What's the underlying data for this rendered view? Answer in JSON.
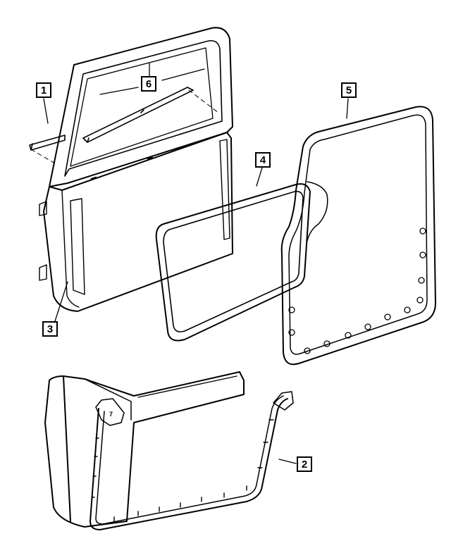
{
  "callouts": [
    {
      "id": "1",
      "label": "1"
    },
    {
      "id": "2",
      "label": "2"
    },
    {
      "id": "3",
      "label": "3"
    },
    {
      "id": "4",
      "label": "4"
    },
    {
      "id": "5",
      "label": "5"
    },
    {
      "id": "6",
      "label": "6"
    }
  ],
  "inline_labels": {
    "part7": "7"
  }
}
